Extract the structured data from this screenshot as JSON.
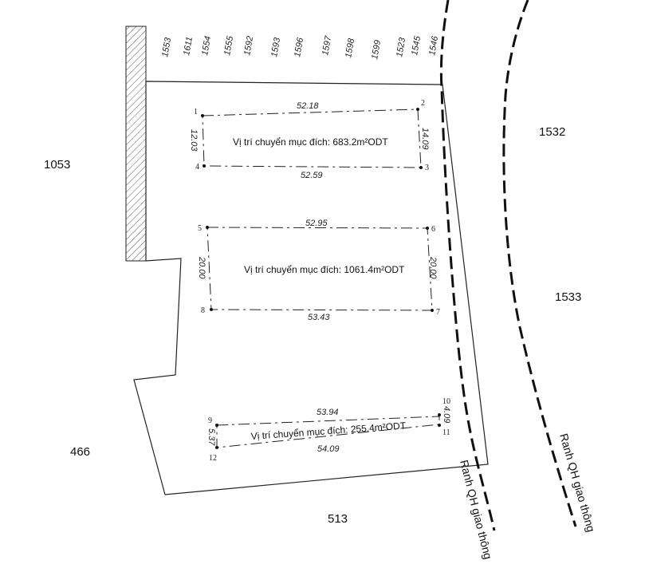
{
  "neighbor_parcels": [
    "1053",
    "1532",
    "1533",
    "466",
    "513"
  ],
  "top_parcels": [
    "1553",
    "1611",
    "1554",
    "1555",
    "1592",
    "1593",
    "1596",
    "1597",
    "1598",
    "1599",
    "1523",
    "1545",
    "1546"
  ],
  "zones": [
    {
      "label": "Vị trí chuyển mục đích: 683.2m²ODT",
      "points": [
        "1",
        "2",
        "3",
        "4"
      ],
      "top": "52.18",
      "bottom": "52.59",
      "left": "12.03",
      "right": "14.09"
    },
    {
      "label": "Vị trí chuyển mục đích: 1061.4m²ODT",
      "points": [
        "5",
        "6",
        "7",
        "8"
      ],
      "top": "52.95",
      "bottom": "53.43",
      "left": "20.00",
      "right": "20.00"
    },
    {
      "label": "Vị trí chuyển mục đích: 255.4m²ODT",
      "points": [
        "9",
        "10",
        "11",
        "12"
      ],
      "top": "53.94",
      "bottom": "54.09",
      "left": "5.37",
      "right": "4.09"
    }
  ],
  "road_labels": [
    "Ranh QH giao thông",
    "Ranh QH giao thông"
  ]
}
